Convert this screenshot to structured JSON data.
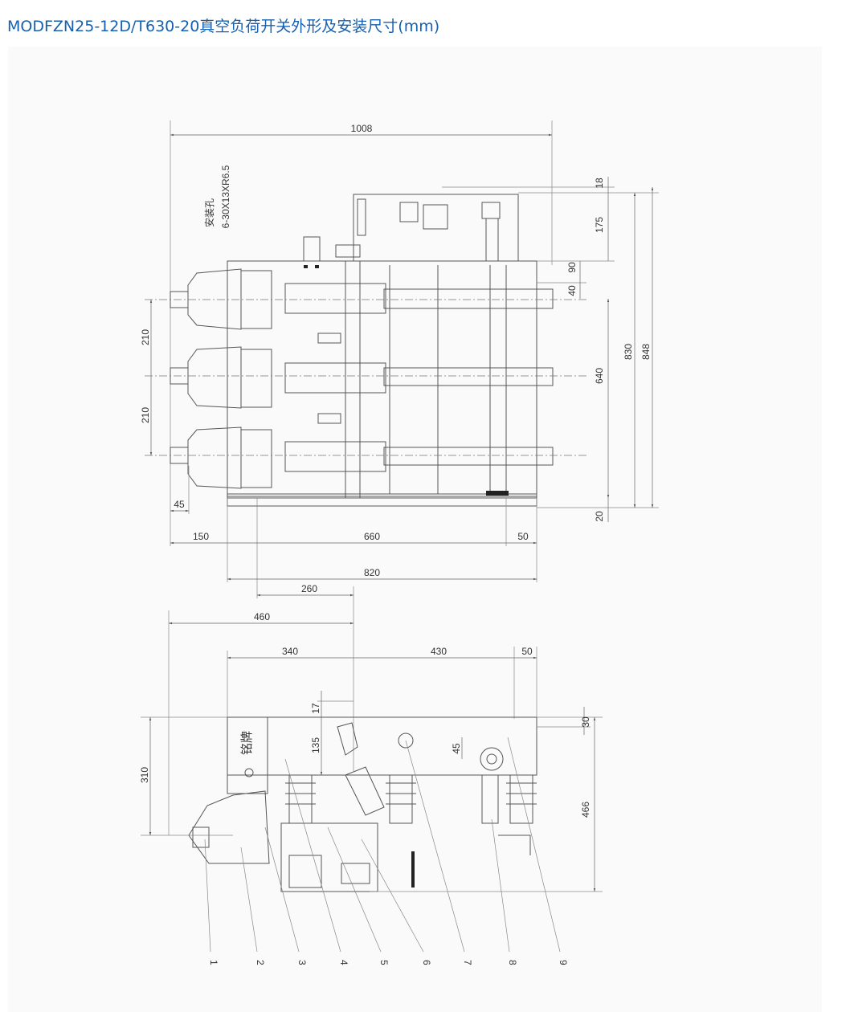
{
  "title": "MODFZN25-12D/T630-20真空负荷开关外形及安装尺寸(mm)",
  "top_view": {
    "note_line1": "安装孔",
    "note_line2": "6-30X13XR6.5",
    "dims": {
      "overall_width": "1008",
      "d18": "18",
      "d175": "175",
      "d90": "90",
      "d40": "40",
      "d640": "640",
      "d830": "830",
      "d848": "848",
      "d20": "20",
      "phase_pitch_1": "210",
      "phase_pitch_2": "210",
      "d45": "45",
      "d150": "150",
      "d660": "660",
      "d50": "50",
      "d820": "820",
      "d260": "260"
    }
  },
  "side_view": {
    "nameplate": "铭牌",
    "dims": {
      "d460": "460",
      "d340": "340",
      "d430": "430",
      "d50": "50",
      "d17": "17",
      "d135": "135",
      "d45": "45",
      "d30": "30",
      "d310": "310",
      "d466": "466"
    },
    "callouts": [
      "1",
      "2",
      "3",
      "4",
      "5",
      "6",
      "7",
      "8",
      "9"
    ]
  }
}
